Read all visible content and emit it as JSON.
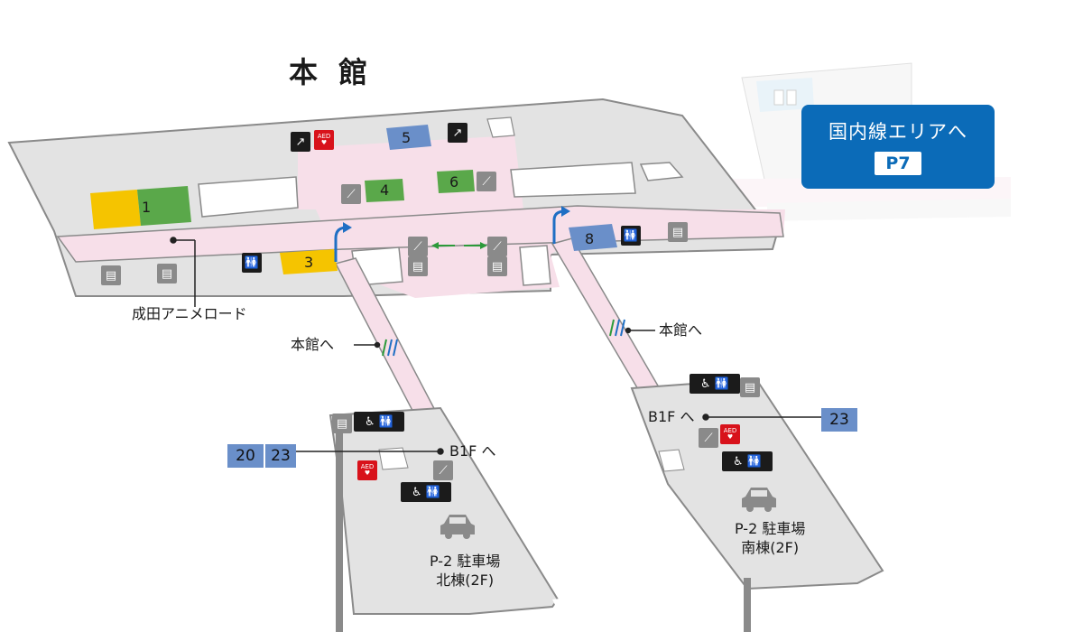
{
  "title": "本 館",
  "domestic_link": {
    "label": "国内線エリアへ",
    "page": "P7"
  },
  "labels": {
    "anime_road": "成田アニメロード",
    "to_main_left": "本館へ",
    "to_main_right": "本館へ",
    "b1f_left": "B1F へ",
    "b1f_right": "B1F へ",
    "parking_north": "P-2 駐車場\n北棟(2F)",
    "parking_south": "P-2 駐車場\n南棟(2F)"
  },
  "area_numbers": [
    "1",
    "3",
    "4",
    "5",
    "6",
    "8",
    "20",
    "23",
    "23"
  ],
  "colors": {
    "floor": "#e3e3e3",
    "corridor": "#f7dfe9",
    "wall": "#888888",
    "yellow": "#f5c400",
    "green": "#5aa84a",
    "blue": "#6a8fc9",
    "cta": "#0b6bb8",
    "arrow_blue": "#1f6fc4",
    "arrow_green": "#2c9a3a"
  },
  "icons": [
    "elevator-icon",
    "escalator-icon",
    "restroom-icon",
    "accessible-restroom-icon",
    "aed-icon",
    "stairs-icon",
    "car-icon"
  ]
}
